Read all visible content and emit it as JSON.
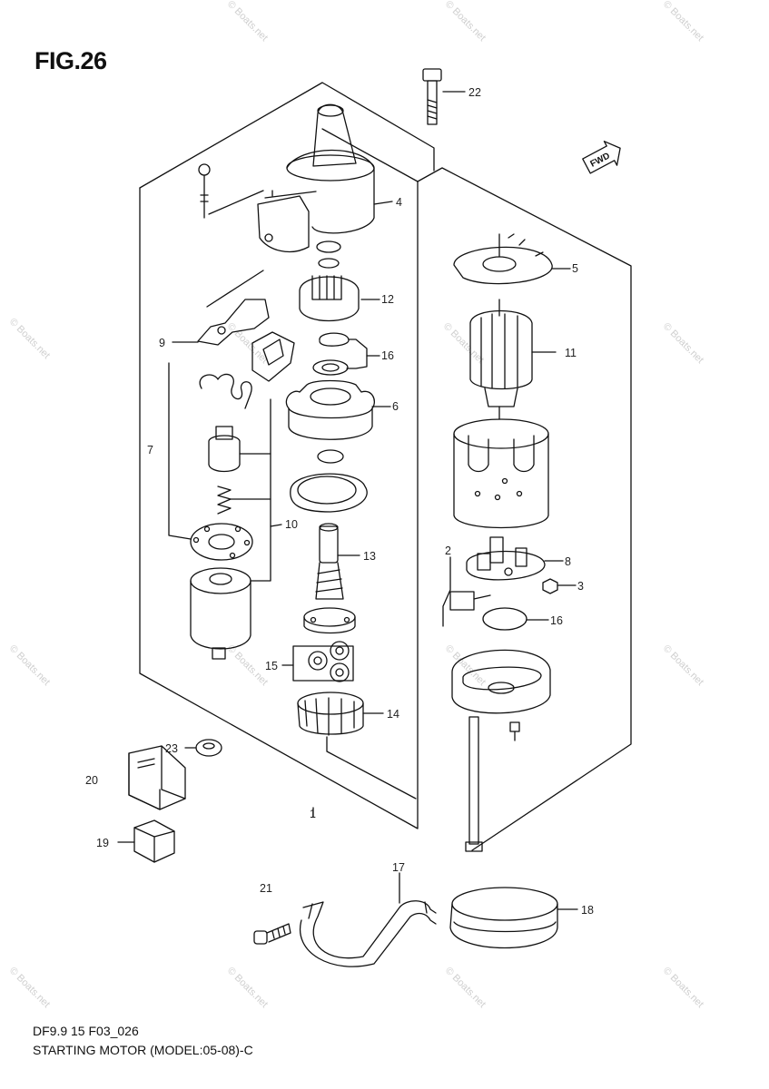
{
  "title": "FIG.26",
  "footer": {
    "code": "DF9.9 15 F03_026",
    "description": "STARTING MOTOR (MODEL:05-08)-C"
  },
  "watermark": "© Boats.net",
  "direction_badge": "FWD",
  "callouts": {
    "c1": "1",
    "c2": "2",
    "c3": "3",
    "c4": "4",
    "c5": "5",
    "c6": "6",
    "c7": "7",
    "c8": "8",
    "c9": "9",
    "c10": "10",
    "c11": "11",
    "c12": "12",
    "c13": "13",
    "c14": "14",
    "c15": "15",
    "c16a": "16",
    "c16b": "16",
    "c17": "17",
    "c18": "18",
    "c19": "19",
    "c20": "20",
    "c21": "21",
    "c22": "22",
    "c23": "23"
  }
}
